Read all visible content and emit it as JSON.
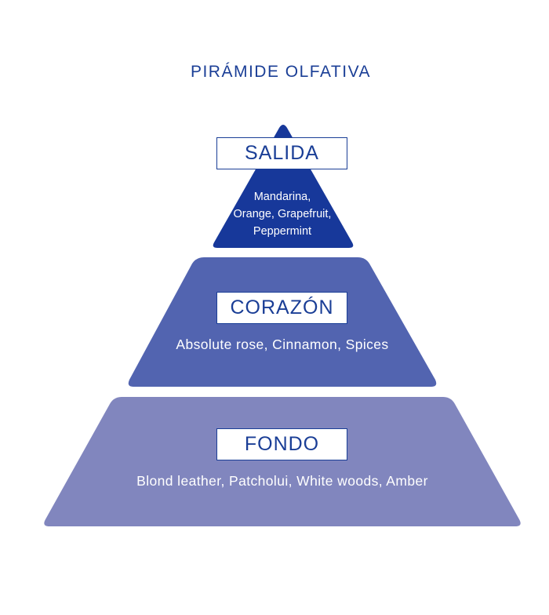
{
  "title": "PIRÁMIDE OLFATIVA",
  "colors": {
    "title": "#1a3e96",
    "tier_top": "#17389a",
    "tier_middle": "#5264b0",
    "tier_bottom": "#8186be",
    "box_border": "#1a3e96"
  },
  "tiers": [
    {
      "label": "SALIDA",
      "notes": [
        "Mandarina,",
        "Orange, Grapefruit,",
        "Peppermint"
      ]
    },
    {
      "label": "CORAZÓN",
      "notes": "Absolute rose, Cinnamon, Spices"
    },
    {
      "label": "FONDO",
      "notes": "Blond leather, Patcholui, White woods, Amber"
    }
  ]
}
